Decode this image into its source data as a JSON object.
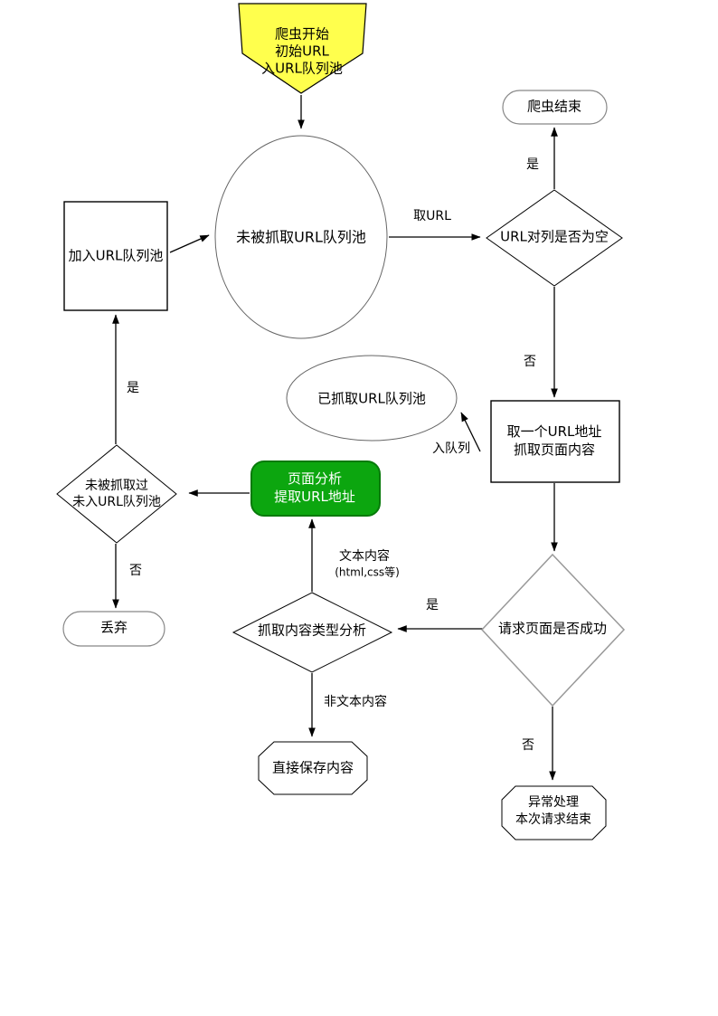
{
  "diagram": {
    "title": "crawler-flowchart",
    "colors": {
      "start_fill": "#ffff4d",
      "process_fill": "#0ca60f",
      "process_stroke": "#077a0a",
      "line": "#000000",
      "shape_stroke": "#666666"
    },
    "nodes": {
      "start": {
        "lines": [
          "爬虫开始",
          "初始URL",
          "入URL队列池"
        ]
      },
      "uncrawled_pool": {
        "label": "未被抓取URL队列池"
      },
      "add_to_queue": {
        "label": "加入URL队列池"
      },
      "queue_empty_check": {
        "label": "URL对列是否为空"
      },
      "crawler_end": {
        "label": "爬虫结束"
      },
      "fetch_url": {
        "lines": [
          "取一个URL地址",
          "抓取页面内容"
        ]
      },
      "crawled_pool": {
        "label": "已抓取URL队列池"
      },
      "page_analysis": {
        "lines": [
          "页面分析",
          "提取URL地址"
        ]
      },
      "not_crawled_check": {
        "lines": [
          "未被抓取过",
          "未入URL队列池"
        ]
      },
      "discard": {
        "label": "丢弃"
      },
      "content_type_check": {
        "label": "抓取内容类型分析"
      },
      "request_success_check": {
        "label": "请求页面是否成功"
      },
      "save_content": {
        "label": "直接保存内容"
      },
      "exception_end": {
        "lines": [
          "异常处理",
          "本次请求结束"
        ]
      }
    },
    "edge_labels": {
      "take_url": "取URL",
      "yes_to_end": "是",
      "no_to_fetch": "否",
      "enqueue": "入队列",
      "yes_to_add": "是",
      "no_to_discard": "否",
      "text_content": "文本内容",
      "text_content_sub": "(html,css等)",
      "yes_to_typecheck": "是",
      "non_text_content": "非文本内容",
      "no_to_exception": "否"
    }
  }
}
